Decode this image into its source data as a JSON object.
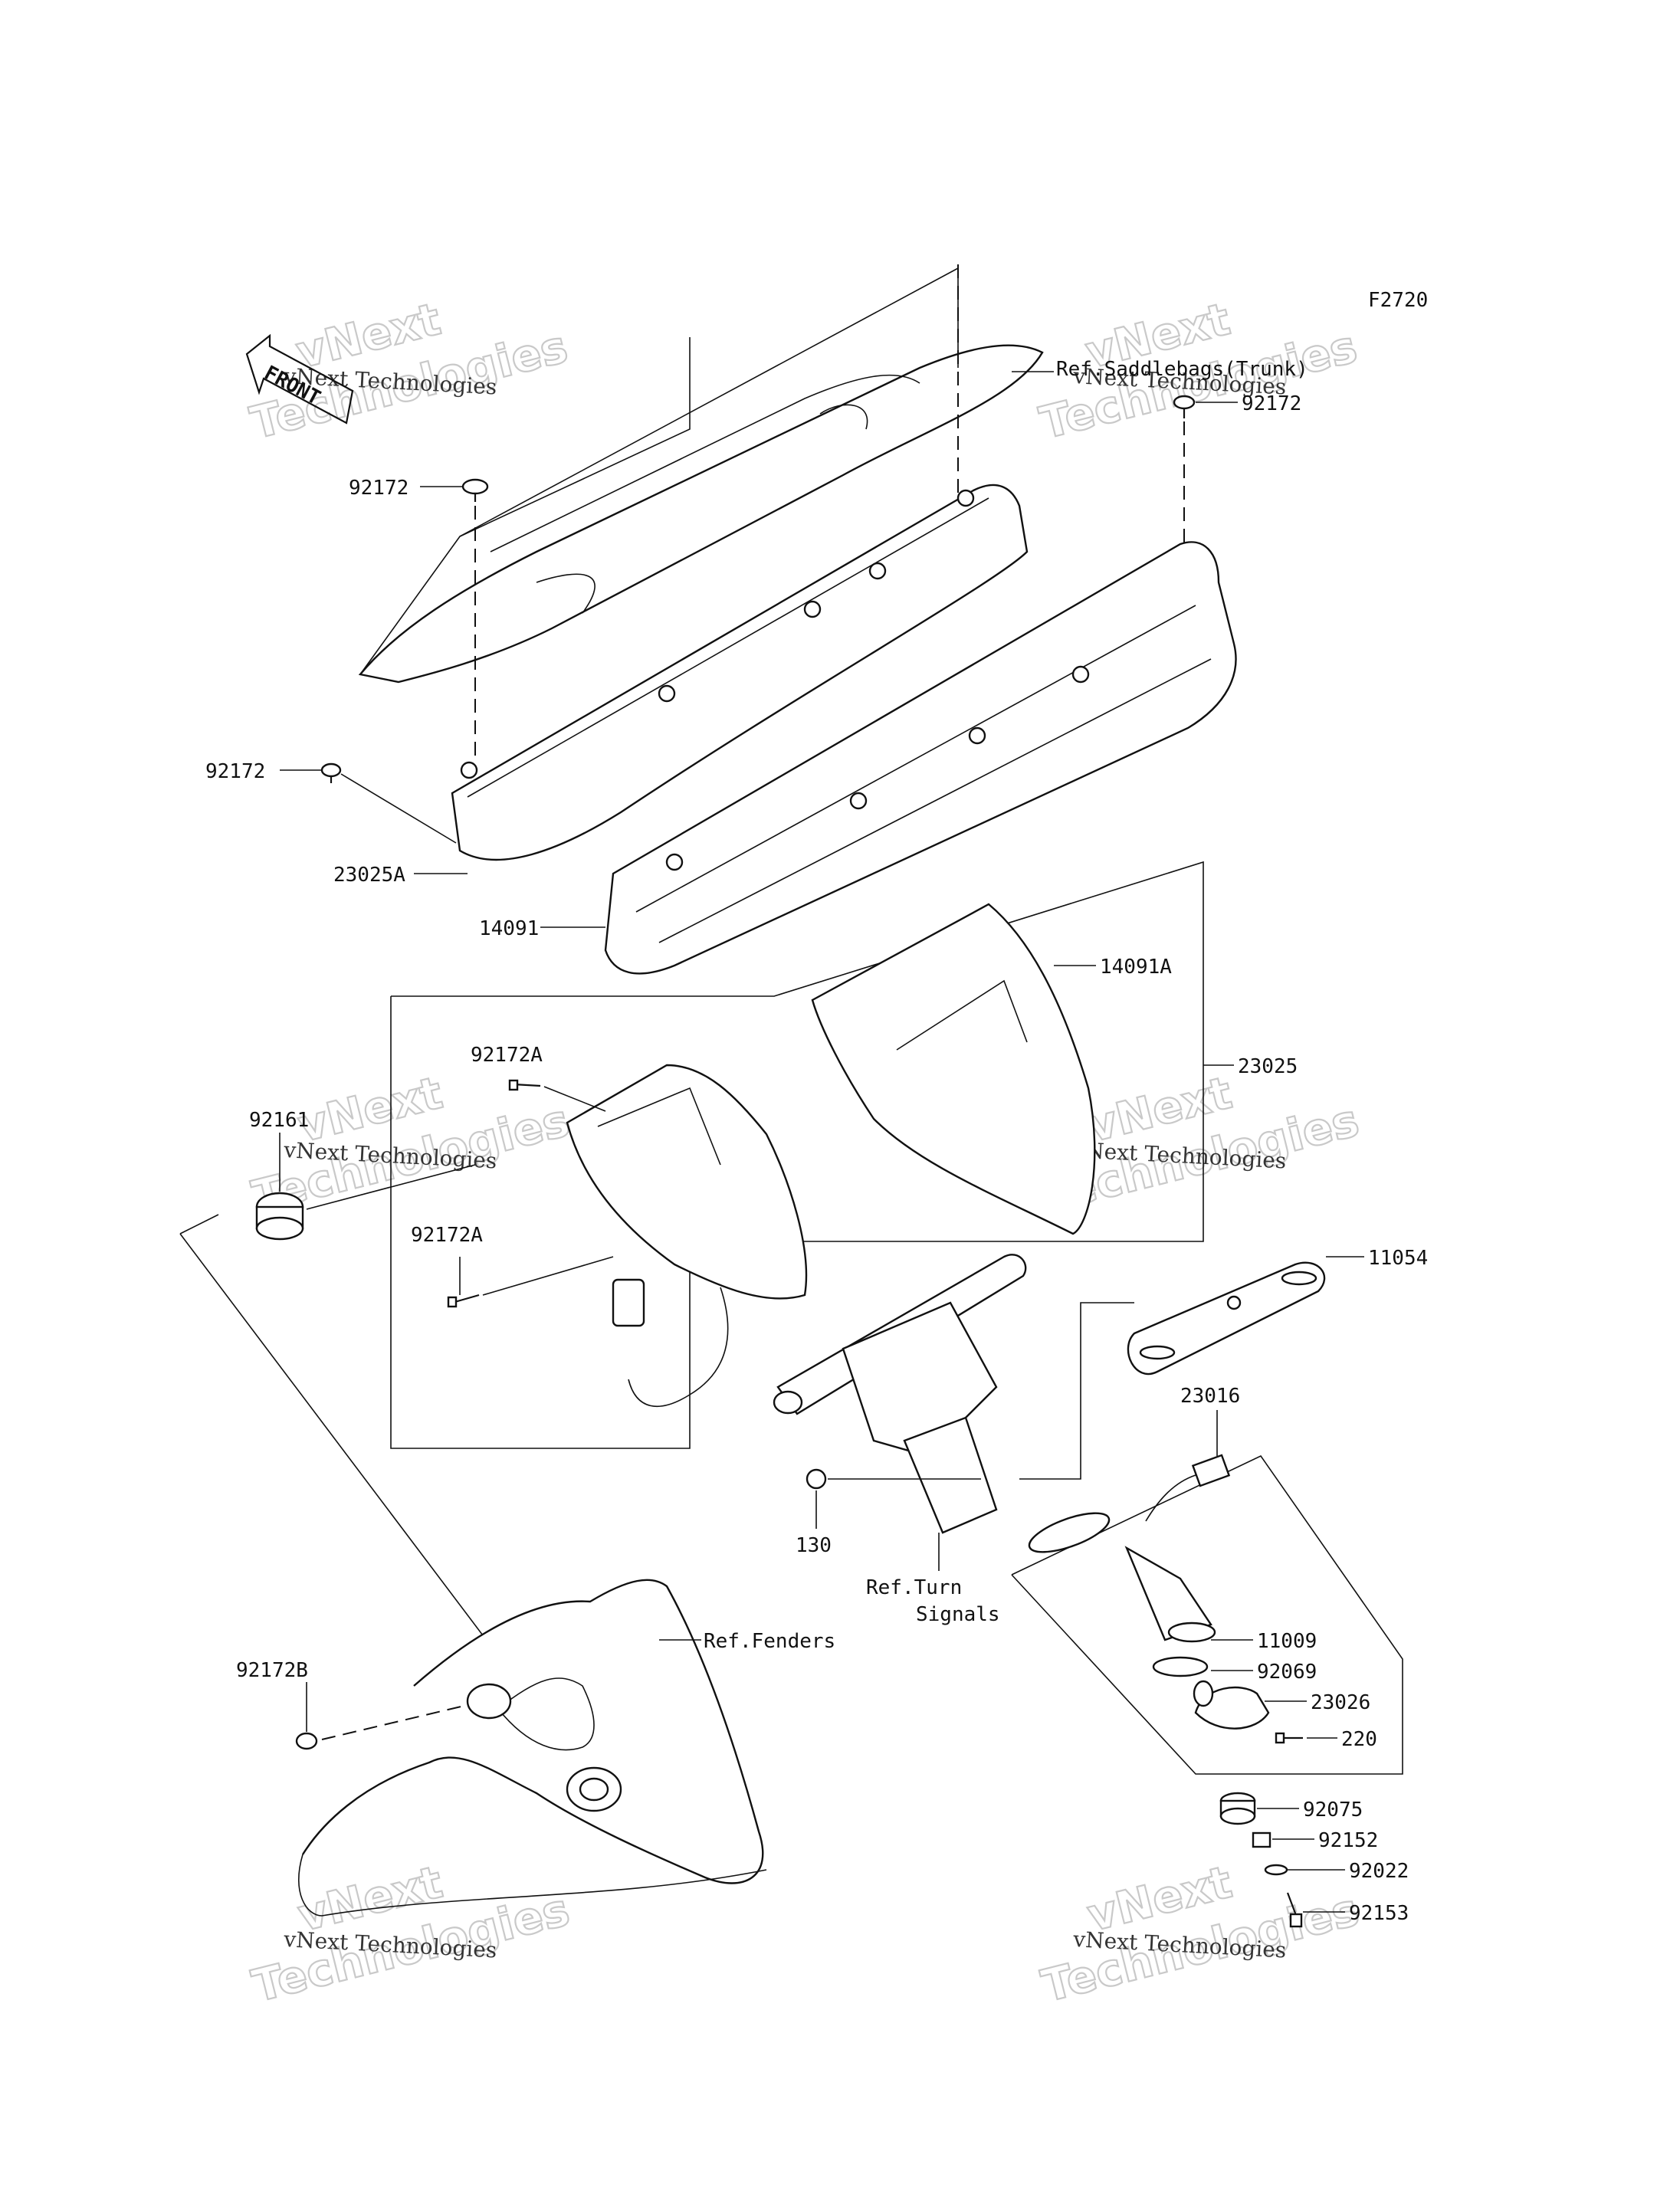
{
  "figure_code": "F2720",
  "front_arrow_label": "FRONT",
  "watermark": {
    "line1": "vNext",
    "line2": "Technologies",
    "caption": "vNext Technologies"
  },
  "ref_labels": {
    "trunk": "Ref.Saddlebags(Trunk)",
    "turn_signals_line1": "Ref.Turn",
    "turn_signals_line2": "Signals",
    "fenders": "Ref.Fenders"
  },
  "part_numbers": {
    "p92172_top": "92172",
    "p92172_right": "92172",
    "p92172_left": "92172",
    "p23025A": "23025A",
    "p14091": "14091",
    "p14091A": "14091A",
    "p23025": "23025",
    "p92172A_top": "92172A",
    "p92172A_bottom": "92172A",
    "p92161": "92161",
    "p11054": "11054",
    "p23016": "23016",
    "p130": "130",
    "p11009": "11009",
    "p92069": "92069",
    "p23026": "23026",
    "p220": "220",
    "p92075": "92075",
    "p92152": "92152",
    "p92022": "92022",
    "p92153": "92153",
    "p92172B": "92172B"
  }
}
